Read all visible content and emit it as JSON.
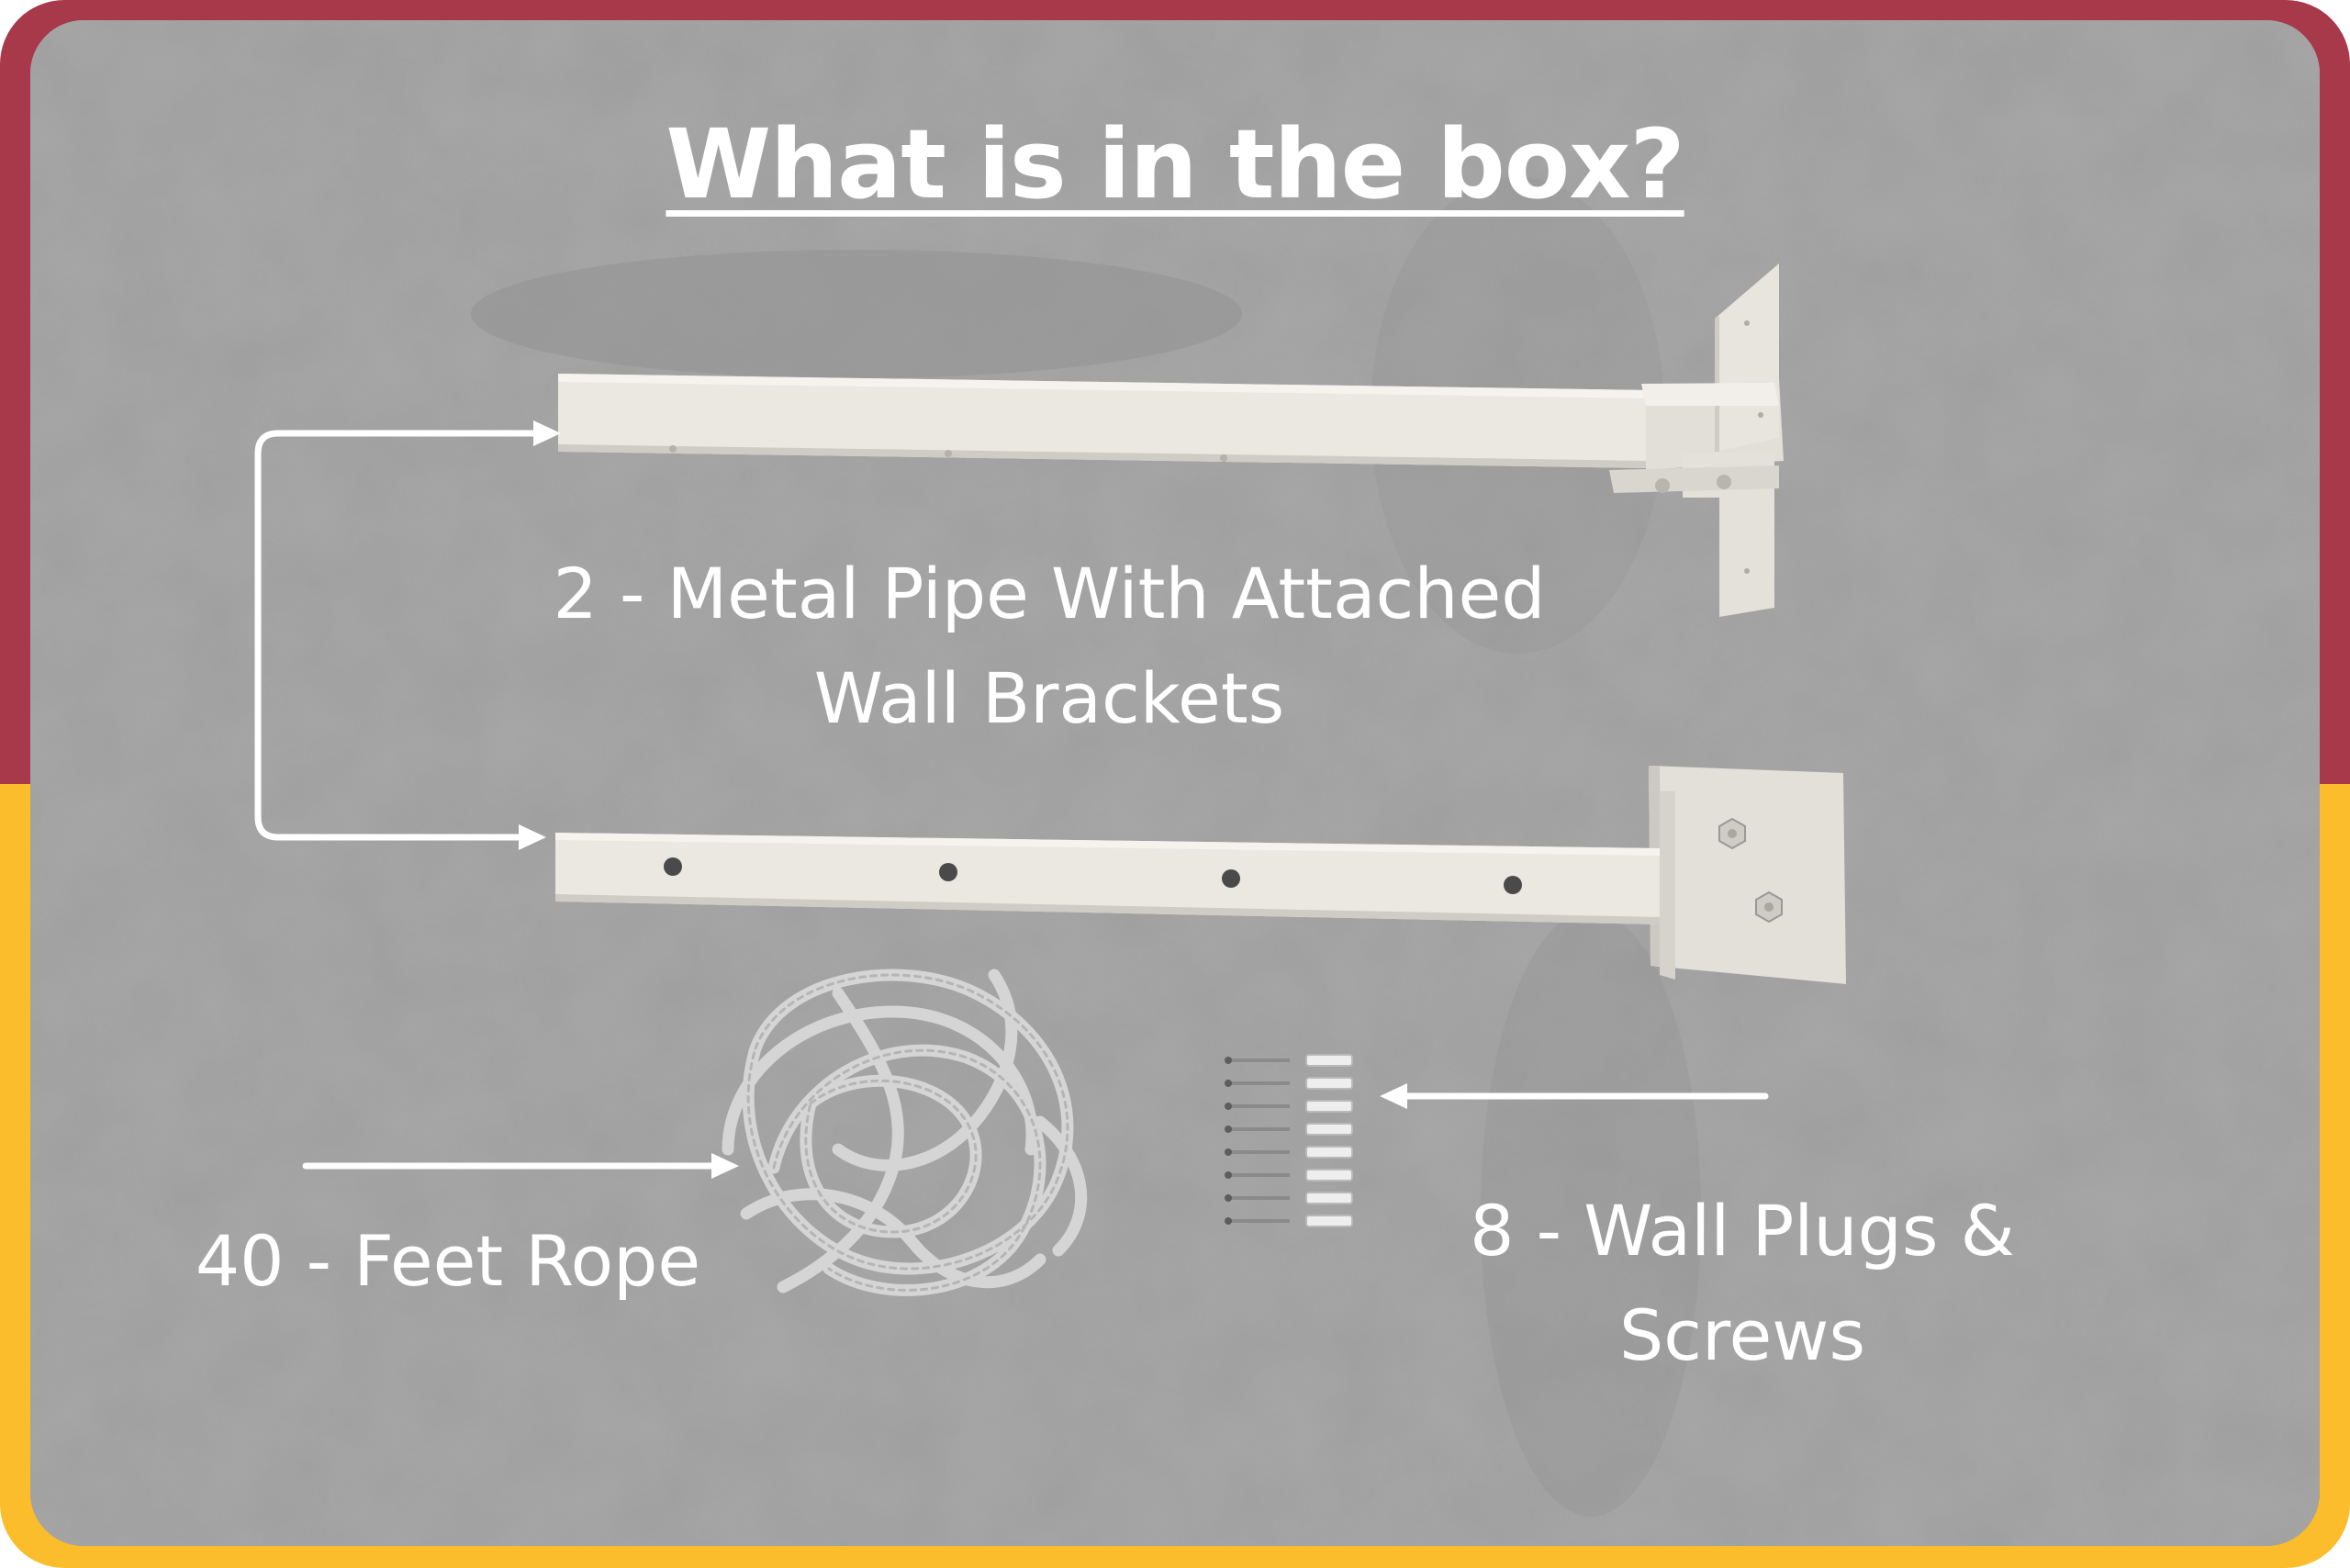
{
  "title": "What is in the box?",
  "items": {
    "pipes": {
      "line1": "2 - Metal Pipe With Attached",
      "line2": "Wall Brackets"
    },
    "rope": {
      "line1": "40 - Feet Rope"
    },
    "plugs": {
      "line1": "8 - Wall Plugs &",
      "line2": "Screws"
    }
  },
  "colors": {
    "frame_top": "#a7394a",
    "frame_bottom": "#fbbd2c",
    "background": "#9d9d9d",
    "text": "#ffffff",
    "metal": "#ece8e2"
  }
}
